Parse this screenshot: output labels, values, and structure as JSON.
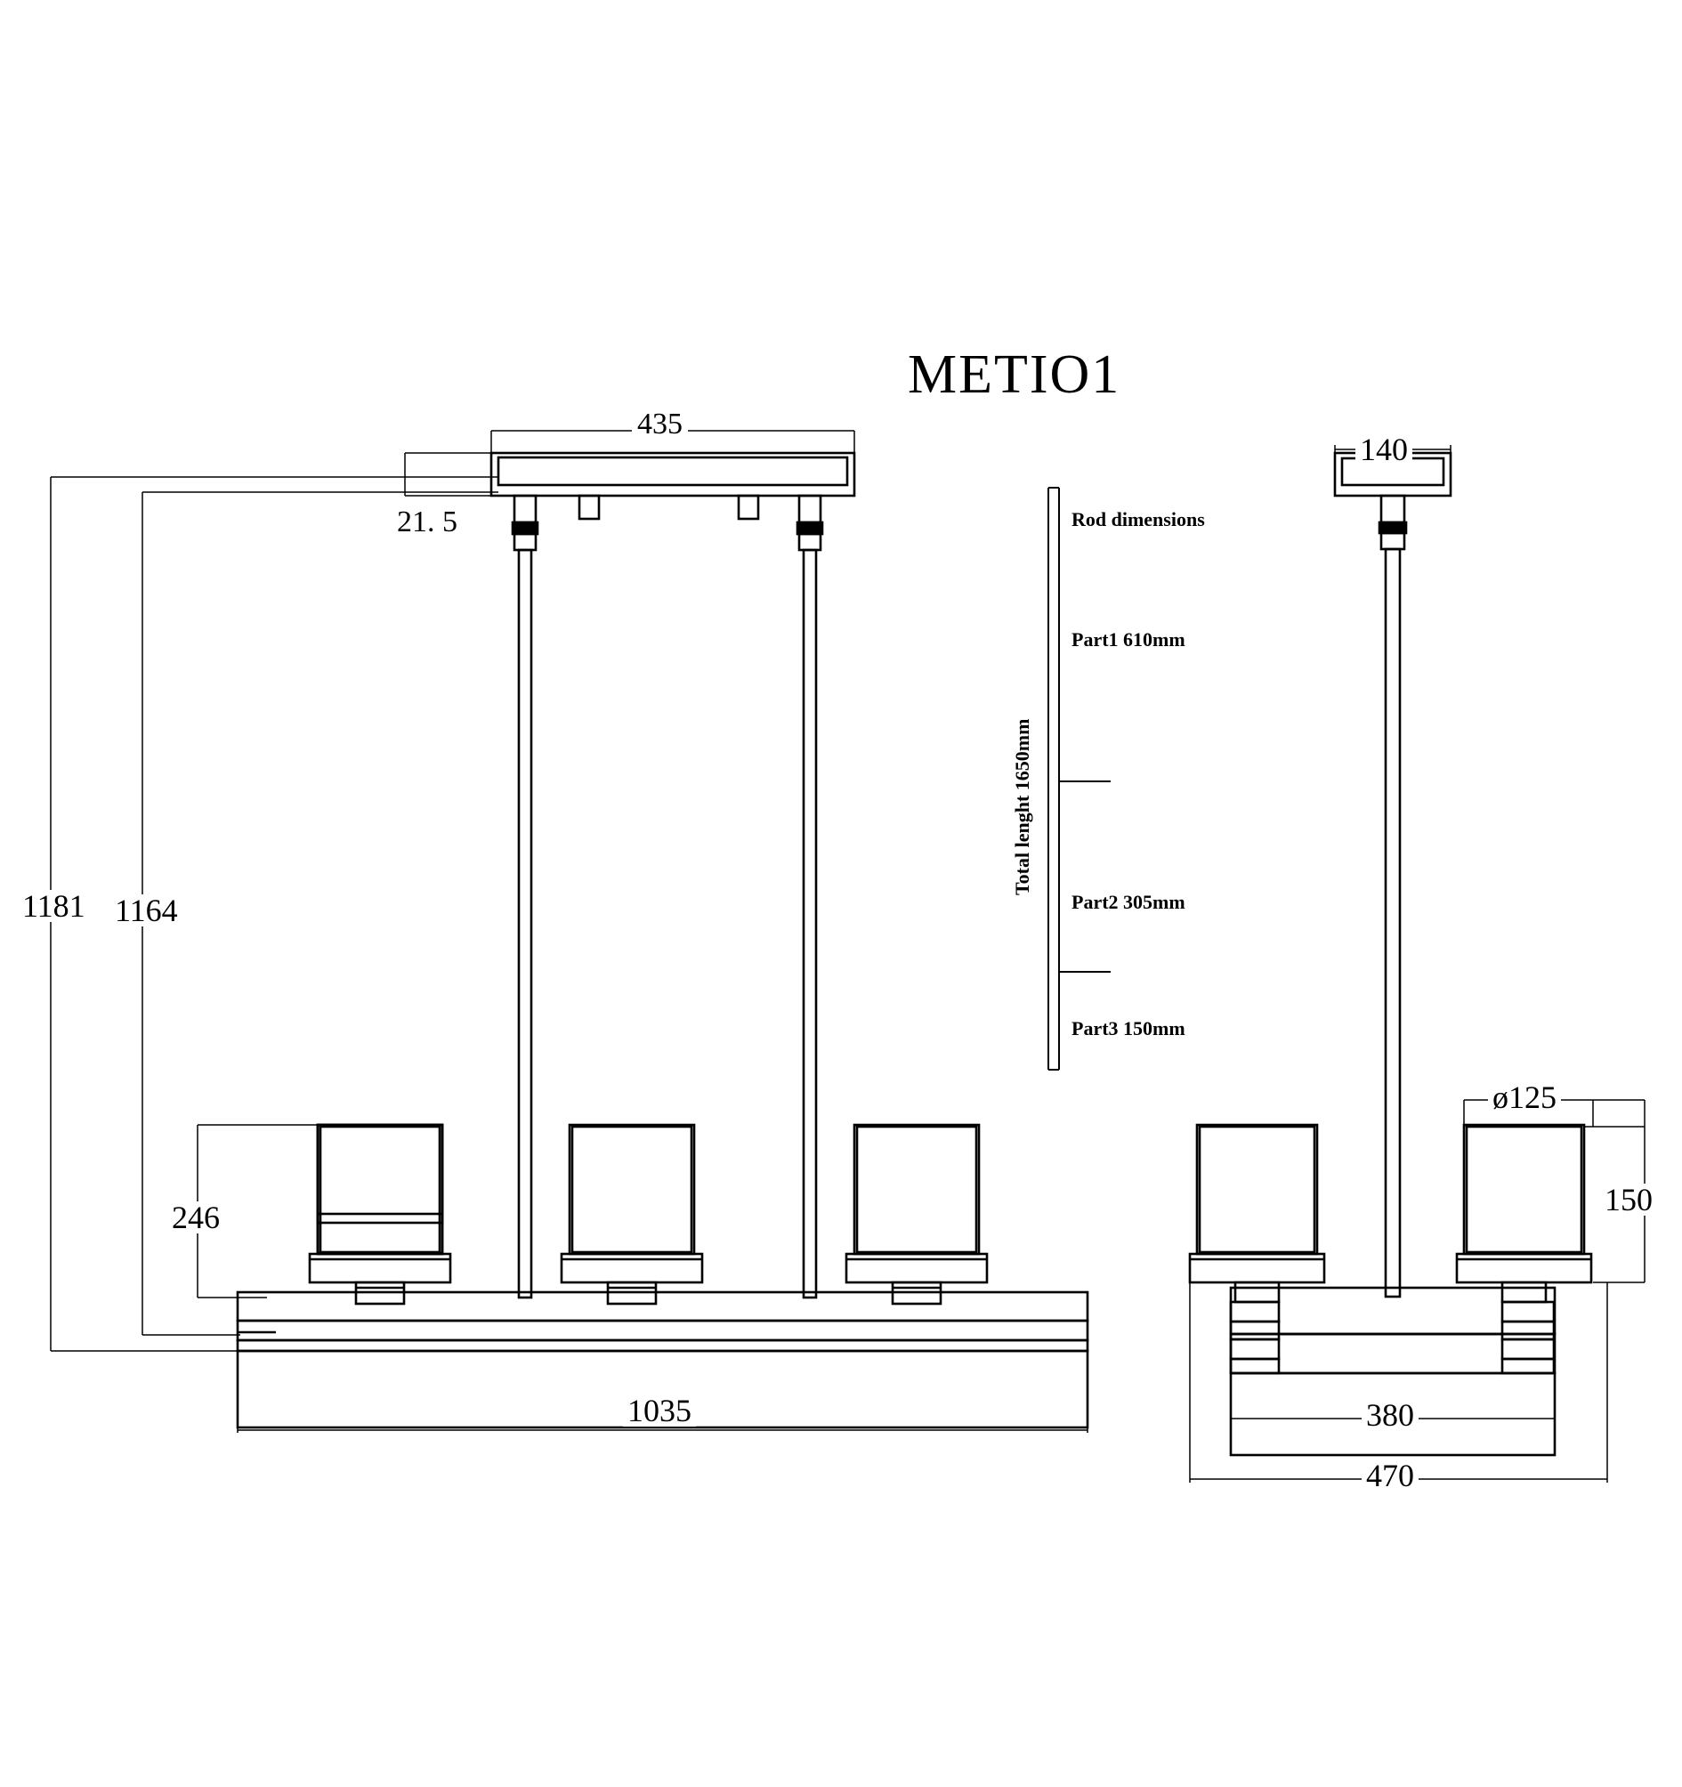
{
  "drawing": {
    "title": "METIO1",
    "units_note": "mm"
  },
  "front_view": {
    "name": "front-elevation",
    "dimensions": {
      "canopy_width": "435",
      "canopy_thickness": "21. 5",
      "overall_height": "1181",
      "drop_height": "1164",
      "shade_height": "246",
      "body_length": "1035"
    }
  },
  "side_view": {
    "name": "side-elevation",
    "dimensions": {
      "canopy_width": "140",
      "shade_diameter": "ø125",
      "shade_height": "150",
      "body_depth": "380",
      "overall_depth": "470"
    }
  },
  "rod_diagram": {
    "heading": "Rod dimensions",
    "total_label": "Total lenght 1650mm",
    "parts": [
      {
        "label": "Part1 610mm"
      },
      {
        "label": "Part2 305mm"
      },
      {
        "label": "Part3 150mm"
      }
    ]
  },
  "colors": {
    "line": "#000000",
    "thin_line": "#333333",
    "background": "#ffffff"
  }
}
